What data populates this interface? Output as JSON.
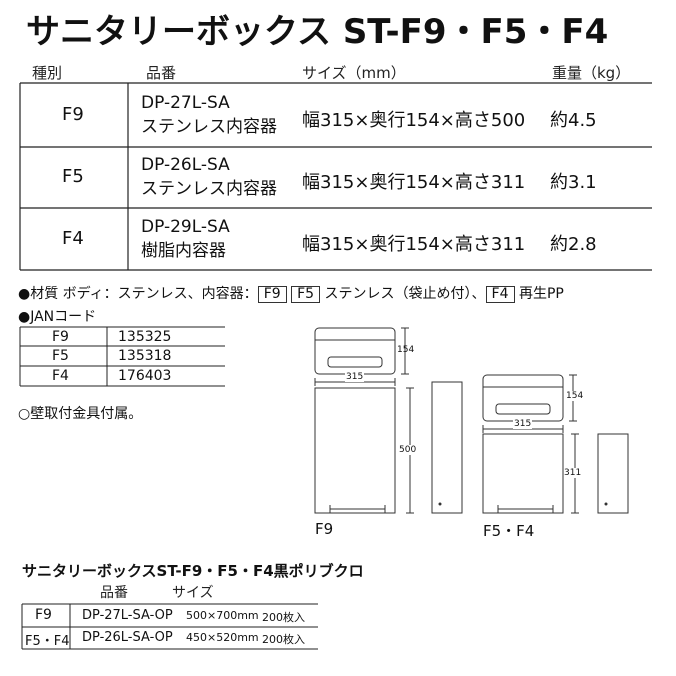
{
  "title": "サニタリーボックス ST-F9・F5・F4",
  "spec_table": {
    "headers": [
      "種別",
      "品番",
      "サイズ（mm）",
      "重量（kg）"
    ],
    "rows": [
      {
        "type": "F9",
        "code": "DP-27L-SA",
        "container": "ステンレス内容器",
        "size": "幅315×奥行154×高さ500",
        "weight": "約4.5"
      },
      {
        "type": "F5",
        "code": "DP-26L-SA",
        "container": "ステンレス内容器",
        "size": "幅315×奥行154×高さ311",
        "weight": "約3.1"
      },
      {
        "type": "F4",
        "code": "DP-29L-SA",
        "container": "樹脂内容器",
        "size": "幅315×奥行154×高さ311",
        "weight": "約2.8"
      }
    ]
  },
  "material": {
    "prefix": "●材質 ボディ：ステンレス、内容器：",
    "box1": "F9",
    "box2": "F5",
    "middle": " ステンレス（袋止め付）、",
    "box3": "F4",
    "suffix": " 再生PP"
  },
  "jan": {
    "heading": "●JANコード",
    "rows": [
      {
        "type": "F9",
        "code": "135325"
      },
      {
        "type": "F5",
        "code": "135318"
      },
      {
        "type": "F4",
        "code": "176403"
      }
    ]
  },
  "note": "○壁取付金具付属。",
  "drawings": {
    "f9": {
      "width": "315",
      "depth": "154",
      "height": "500",
      "label": "F9"
    },
    "f5f4": {
      "width": "315",
      "depth": "154",
      "height": "311",
      "label": "F5・F4"
    }
  },
  "bags": {
    "title": "サニタリーボックスST-F9・F5・F4黒ポリブクロ",
    "headers": [
      "品番",
      "サイズ"
    ],
    "rows": [
      {
        "type": "F9",
        "code": "DP-27L-SA-OP",
        "size": "500×700mm",
        "qty": "200枚入"
      },
      {
        "type": "F5・F4",
        "code": "DP-26L-SA-OP",
        "size": "450×520mm",
        "qty": "200枚入"
      }
    ]
  }
}
